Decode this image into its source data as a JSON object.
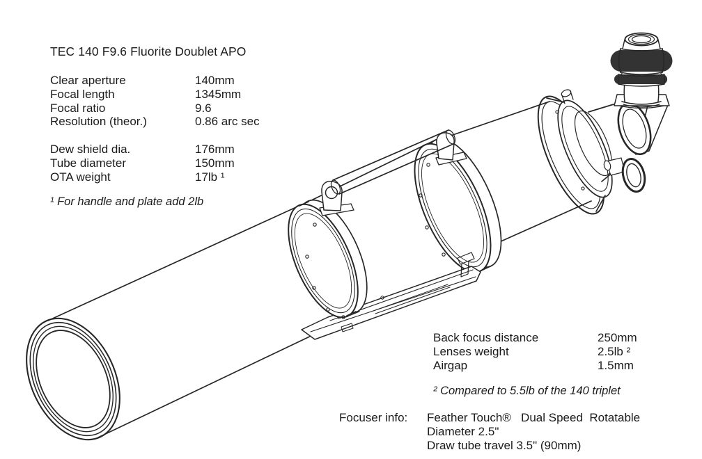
{
  "title": "TEC 140 F9.6 Fluorite Doublet APO",
  "specs_primary": [
    {
      "label": "Clear aperture",
      "value": "140mm"
    },
    {
      "label": "Focal length",
      "value": "1345mm"
    },
    {
      "label": "Focal ratio",
      "value": "9.6"
    },
    {
      "label": "Resolution (theor.)",
      "value": "0.86 arc sec"
    }
  ],
  "specs_secondary": [
    {
      "label": "Dew shield dia.",
      "value": "176mm"
    },
    {
      "label": "Tube diameter",
      "value": "150mm"
    },
    {
      "label": "OTA weight",
      "value": "17lb ¹"
    }
  ],
  "footnote_weight": "¹ For handle and plate add 2lb",
  "specs_rear": [
    {
      "label": "Back focus distance",
      "value": "250mm"
    },
    {
      "label": "Lenses weight",
      "value": "2.5lb ²"
    },
    {
      "label": "Airgap",
      "value": "1.5mm"
    }
  ],
  "footnote_lenses": "² Compared to 5.5lb of the 140 triplet",
  "focuser": {
    "label": "Focuser info:",
    "line1": "Feather Touch®   Dual Speed  Rotatable",
    "line2": "Diameter 2.5\"",
    "line3": "Draw tube travel 3.5\" (90mm)"
  },
  "drawing": {
    "alt": "Line drawing of TEC 140 apochromatic refractor: dew shield with open front aperture, two screw-ring flanges, carry handle, dovetail mounting plate, rear cell with Feather Touch focuser, star diagonal and eyepiece",
    "line_color": "#272727",
    "background": "#ffffff"
  }
}
